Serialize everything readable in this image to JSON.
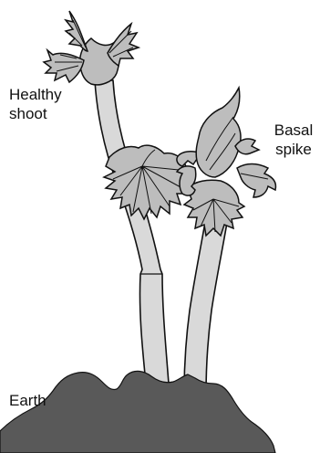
{
  "labels": {
    "healthy_shoot": [
      "Healthy",
      "shoot"
    ],
    "basal_spike": [
      "Basal",
      "spike"
    ],
    "earth": "Earth"
  },
  "colors": {
    "stem_fill": "#d9d9d9",
    "leaf_fill": "#bdbdbd",
    "earth_fill": "#595959",
    "outline": "#111111"
  }
}
